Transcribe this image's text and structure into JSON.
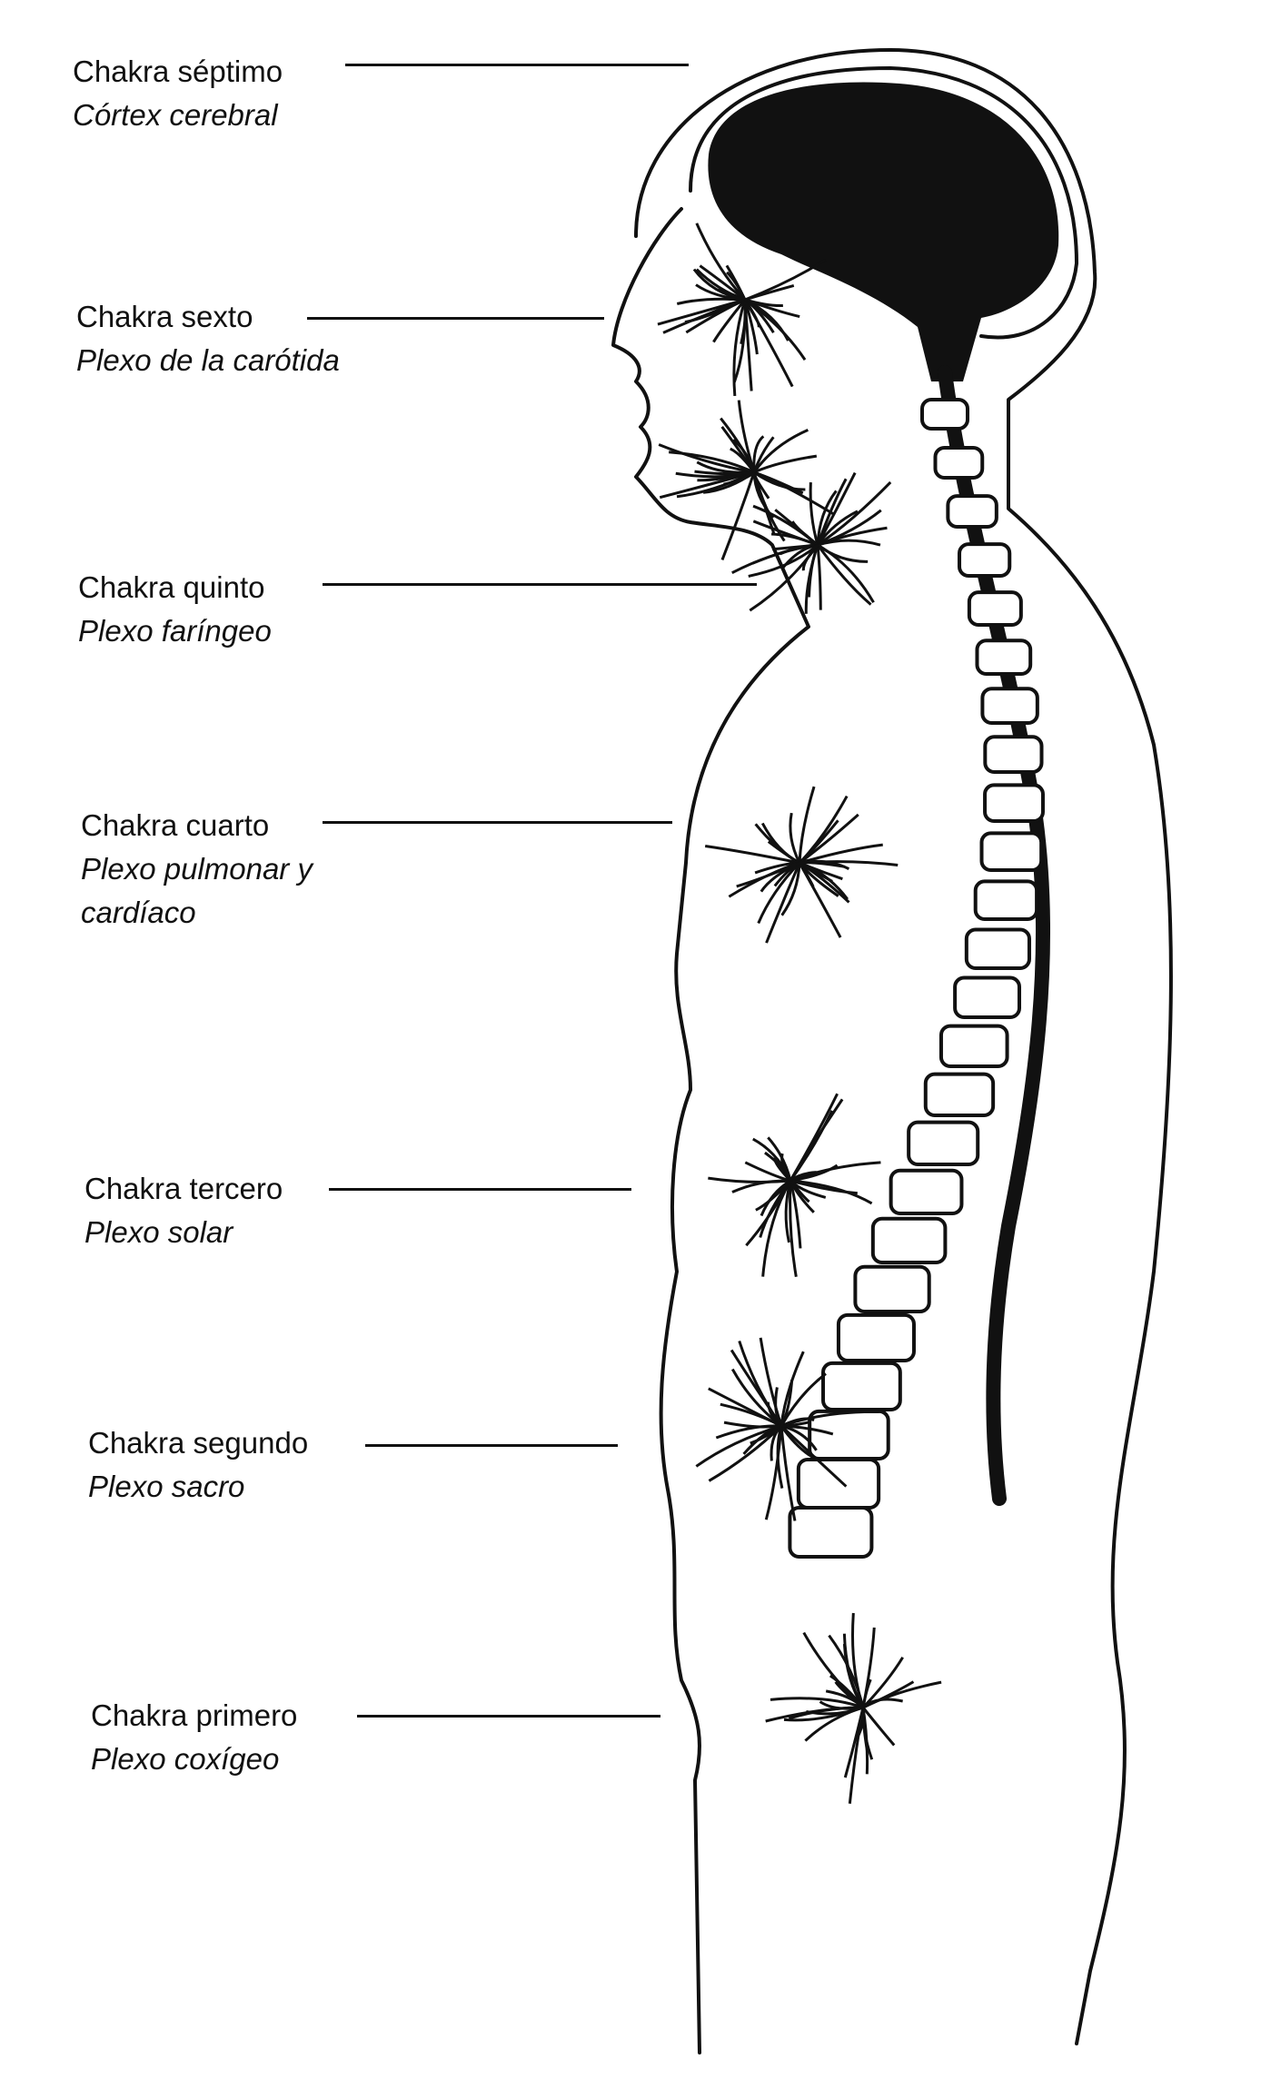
{
  "labels": [
    {
      "chakra": "Chakra séptimo",
      "sub": [
        "Córtex cerebral"
      ]
    },
    {
      "chakra": "Chakra sexto",
      "sub": [
        "Plexo de la carótida"
      ]
    },
    {
      "chakra": "Chakra quinto",
      "sub": [
        "Plexo faríngeo"
      ]
    },
    {
      "chakra": "Chakra cuarto",
      "sub": [
        "Plexo pulmonar y",
        "cardíaco"
      ]
    },
    {
      "chakra": "Chakra tercero",
      "sub": [
        "Plexo solar"
      ]
    },
    {
      "chakra": "Chakra segundo",
      "sub": [
        "Plexo sacro"
      ]
    },
    {
      "chakra": "Chakra primero",
      "sub": [
        "Plexo coxígeo"
      ]
    }
  ],
  "colors": {
    "ink": "#111111",
    "background": "#ffffff"
  }
}
